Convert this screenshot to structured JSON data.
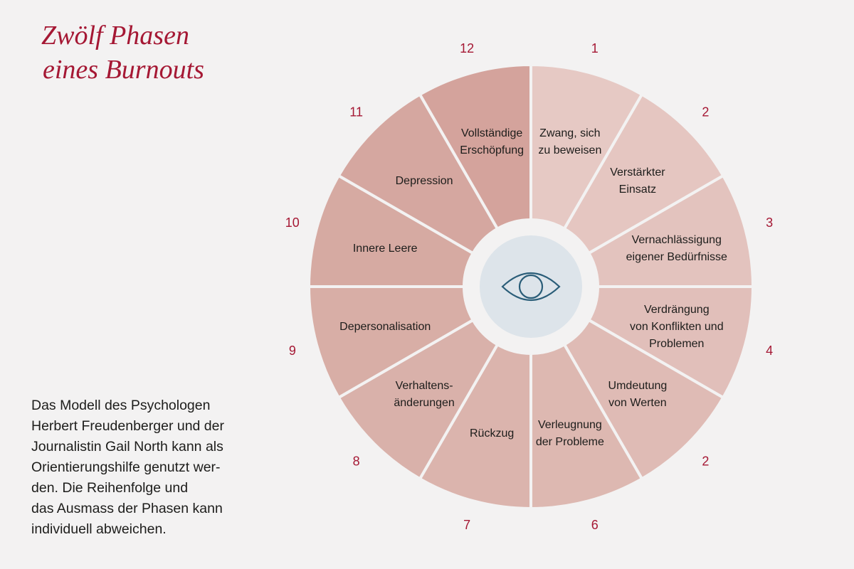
{
  "title": {
    "line1": "Zwölf Phasen",
    "line2": "eines Burnouts"
  },
  "description": [
    "Das Modell des Psychologen",
    "Herbert Freudenberger und der",
    "Journalistin Gail North kann als",
    "Orientierungshilfe genutzt wer-",
    "den. Die Reihenfolge und",
    "das Ausmass der Phasen kann",
    "individuell abweichen."
  ],
  "center_icon": "eye-icon",
  "colors": {
    "accent": "#a51834",
    "hub": "#dde4ea",
    "icon": "#2a5d78",
    "ring": "#f3f2f2"
  },
  "phases": [
    {
      "number": "1",
      "lines": [
        "Zwang, sich",
        "zu beweisen"
      ],
      "color": "#e6c9c4"
    },
    {
      "number": "2",
      "lines": [
        "Verstärkter",
        "Einsatz"
      ],
      "color": "#e5c6c1"
    },
    {
      "number": "3",
      "lines": [
        "Vernachlässigung",
        "eigener Bedürfnisse"
      ],
      "color": "#e3c3be"
    },
    {
      "number": "4",
      "lines": [
        "Verdrängung",
        "von Konflikten und",
        "Problemen"
      ],
      "color": "#e1bfba"
    },
    {
      "number": "2",
      "lines": [
        "Umdeutung",
        "von Werten"
      ],
      "color": "#dfbbb5"
    },
    {
      "number": "6",
      "lines": [
        "Verleugnung",
        "der Probleme"
      ],
      "color": "#ddb8b1"
    },
    {
      "number": "7",
      "lines": [
        "Rückzug"
      ],
      "color": "#dbb4ad"
    },
    {
      "number": "8",
      "lines": [
        "Verhaltens-",
        "änderungen"
      ],
      "color": "#d9b1aa"
    },
    {
      "number": "9",
      "lines": [
        "Depersonalisation"
      ],
      "color": "#d8aea6"
    },
    {
      "number": "10",
      "lines": [
        "Innere Leere"
      ],
      "color": "#d6aaa2"
    },
    {
      "number": "11",
      "lines": [
        "Depression"
      ],
      "color": "#d5a7a0"
    },
    {
      "number": "12",
      "lines": [
        "Vollständige",
        "Erschöpfung"
      ],
      "color": "#d4a39c"
    }
  ]
}
